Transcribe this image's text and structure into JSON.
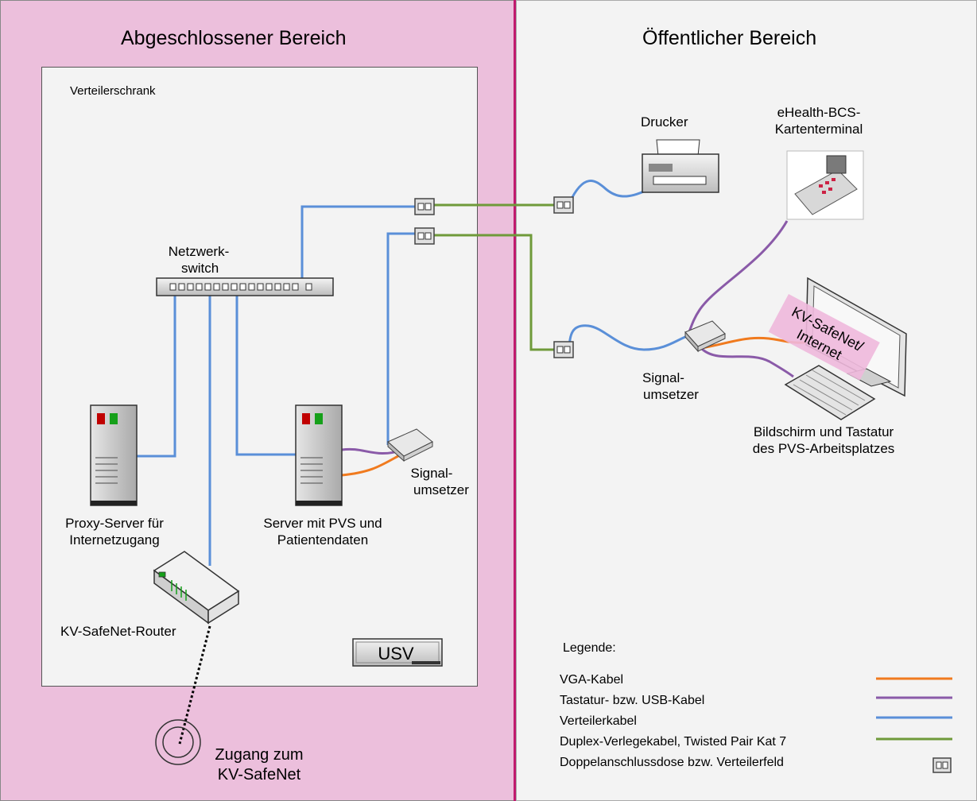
{
  "regions": {
    "restricted_title": "Abgeschlossener Bereich",
    "public_title": "Öffentlicher Bereich"
  },
  "cabinet": {
    "label": "Verteilerschrank"
  },
  "devices": {
    "switch": [
      "Netzwerk-",
      "switch"
    ],
    "proxy": [
      "Proxy-Server für",
      "Internetzugang"
    ],
    "server": [
      "Server mit PVS und",
      "Patientendaten"
    ],
    "converter_left": [
      "Signal-",
      "umsetzer"
    ],
    "router": "KV-SafeNet-Router",
    "ups": "USV",
    "access": [
      "Zugang zum",
      "KV-SafeNet"
    ],
    "printer": "Drucker",
    "terminal": [
      "eHealth-BCS-",
      "Kartenterminal"
    ],
    "converter_right": [
      "Signal-",
      "umsetzer"
    ],
    "workstation": [
      "Bildschirm und Tastatur",
      "des PVS-Arbeitsplatzes"
    ],
    "screen_sticker": [
      "KV-SafeNet/",
      "Internet"
    ]
  },
  "legend": {
    "title": "Legende:",
    "items": [
      {
        "label": "VGA-Kabel",
        "color": "#f07a1e"
      },
      {
        "label": "Tastatur- bzw. USB-Kabel",
        "color": "#8a5aa8"
      },
      {
        "label": "Verteilerkabel",
        "color": "#5a8fd8"
      },
      {
        "label": "Duplex-Verlegekabel, Twisted Pair Kat 7",
        "color": "#6f9a3a"
      },
      {
        "label": "Doppelanschlussdose bzw. Verteilerfeld",
        "color": ""
      }
    ]
  },
  "colors": {
    "vga": "#f07a1e",
    "usb": "#8a5aa8",
    "distribution": "#5a8fd8",
    "duplex": "#6f9a3a",
    "divider": "#c01a6e",
    "restricted_bg": "#ecbfdc"
  }
}
